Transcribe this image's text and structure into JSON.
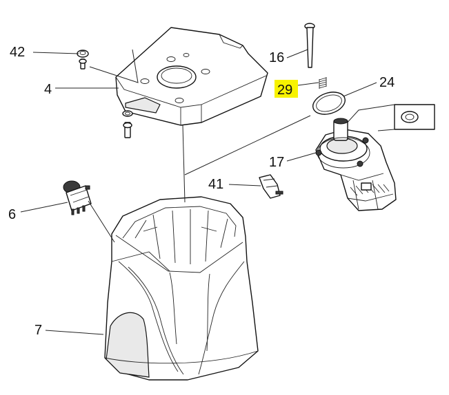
{
  "highlight_color": "#f7f200",
  "labels": {
    "p42": "42",
    "p4": "4",
    "p16": "16",
    "p29": "29",
    "p24": "24",
    "p17": "17",
    "p41": "41",
    "p6": "6",
    "p7": "7"
  },
  "highlighted_part": "29"
}
